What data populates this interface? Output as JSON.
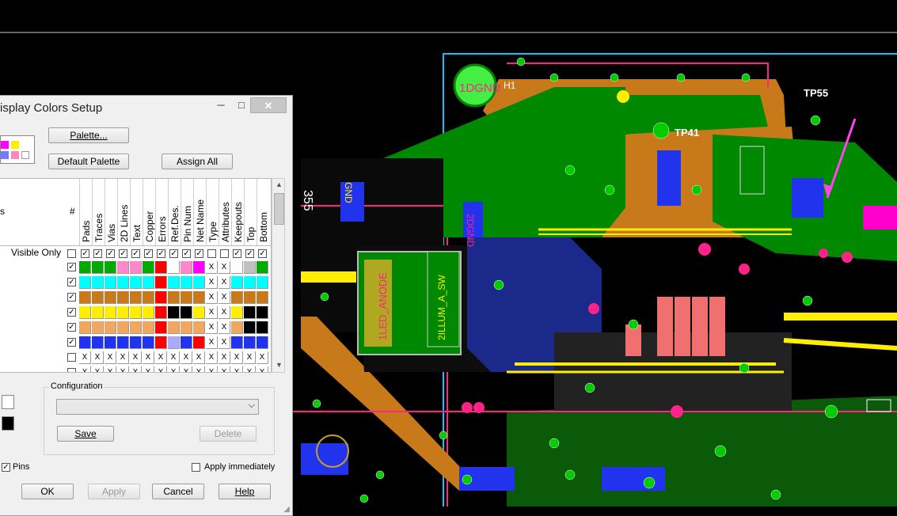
{
  "dialog": {
    "title": "isplay Colors Setup",
    "minimize": "─",
    "maximize": "□",
    "close": "✕",
    "palette_button": "Palette...",
    "default_palette_button": "Default Palette",
    "assign_all_button": "Assign All",
    "grid": {
      "hash_label": "#",
      "side_label": "s",
      "columns": [
        "Pads",
        "Traces",
        "Vias",
        "2D Lines",
        "Text",
        "Copper",
        "Errors",
        "Ref.Des.",
        "Pin Num",
        "Net Name",
        "Type",
        "Attributes",
        "Keepouts",
        "Top",
        "Bottom"
      ],
      "visible_only_label": "Visible Only",
      "rows": [
        {
          "checked": true,
          "colors": [
            "#00aa00",
            "#00aa00",
            "#00aa00",
            "#ff88cc",
            "#ff88cc",
            "#00aa00",
            "#ff0000",
            "#ffffff",
            "#ff88cc",
            "#ff00ff",
            "X",
            "X",
            "#ffffff",
            "#c0c0c0",
            "#00aa00"
          ]
        },
        {
          "checked": true,
          "colors": [
            "#00ffff",
            "#00ffff",
            "#00ffff",
            "#00ffff",
            "#00ffff",
            "#00ffff",
            "#ff0000",
            "#00ffff",
            "#00ffff",
            "#00ffff",
            "X",
            "X",
            "#00ffff",
            "#00ffff",
            "#00ffff"
          ]
        },
        {
          "checked": true,
          "colors": [
            "#c87a1a",
            "#c87a1a",
            "#c87a1a",
            "#c87a1a",
            "#c87a1a",
            "#c87a1a",
            "#ff0000",
            "#c87a1a",
            "#c87a1a",
            "#c87a1a",
            "X",
            "X",
            "#c87a1a",
            "#c87a1a",
            "#c87a1a"
          ]
        },
        {
          "checked": true,
          "colors": [
            "#ffee00",
            "#ffee00",
            "#ffee00",
            "#ffee00",
            "#ffee00",
            "#ffee00",
            "#ff0000",
            "#000000",
            "#000000",
            "#ffee00",
            "X",
            "X",
            "#ffee00",
            "#000000",
            "#000000"
          ]
        },
        {
          "checked": true,
          "colors": [
            "#f0a860",
            "#f0a860",
            "#f0a860",
            "#f0a860",
            "#f0a860",
            "#f0a860",
            "#ff0000",
            "#f0a860",
            "#f0a860",
            "#f0a860",
            "X",
            "X",
            "#f0a860",
            "#000000",
            "#000000"
          ]
        },
        {
          "checked": true,
          "colors": [
            "#2233ee",
            "#2233ee",
            "#2233ee",
            "#2233ee",
            "#2233ee",
            "#2233ee",
            "#ff0000",
            "#aaaaff",
            "#2233ee",
            "#ff0000",
            "X",
            "X",
            "#2233ee",
            "#2233ee",
            "#2233ee"
          ]
        },
        {
          "checked": false,
          "colors": [
            "X",
            "X",
            "X",
            "X",
            "X",
            "X",
            "X",
            "X",
            "X",
            "X",
            "X",
            "X",
            "X",
            "X",
            "X"
          ]
        },
        {
          "checked": false,
          "colors": [
            "X",
            "X",
            "X",
            "X",
            "X",
            "X",
            "X",
            "X",
            "X",
            "X",
            "X",
            "X",
            "X",
            "X",
            "X"
          ]
        }
      ]
    },
    "configuration": {
      "label": "Configuration",
      "value": "",
      "save_button": "Save",
      "delete_button": "Delete"
    },
    "pins_label": "Pins",
    "apply_immediately_label": "Apply immediately",
    "ok_button": "OK",
    "apply_button": "Apply",
    "cancel_button": "Cancel",
    "help_button": "Help"
  },
  "pcb": {
    "labels": [
      "1DGND",
      "H1",
      "TP55",
      "TP41",
      "2DGND",
      "GND",
      "1LED_ANODE",
      "2ILLUM_A_SW",
      "355"
    ],
    "colors": {
      "background": "#000000",
      "board_outline": "#00c0ff",
      "copper": "#c87a1a",
      "plane": "#008800",
      "trace_yellow": "#ffee00",
      "via": "#00cc00",
      "component": "#2233ee",
      "magenta": "#ff0088"
    }
  }
}
